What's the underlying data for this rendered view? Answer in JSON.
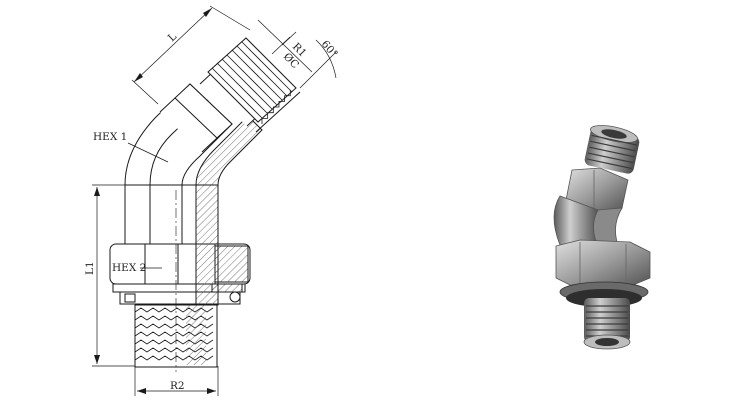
{
  "drawing": {
    "labels": {
      "L": "L",
      "R1": "R1",
      "C": "ØC",
      "angle": "60°",
      "hex1": "HEX 1",
      "hex2": "HEX 2",
      "L1": "L1",
      "R2": "R2"
    },
    "colors": {
      "line": "#1a1a1a",
      "hatch": "#444444",
      "render_body": "#9a9a9a",
      "render_dark": "#3a3a3a"
    }
  }
}
